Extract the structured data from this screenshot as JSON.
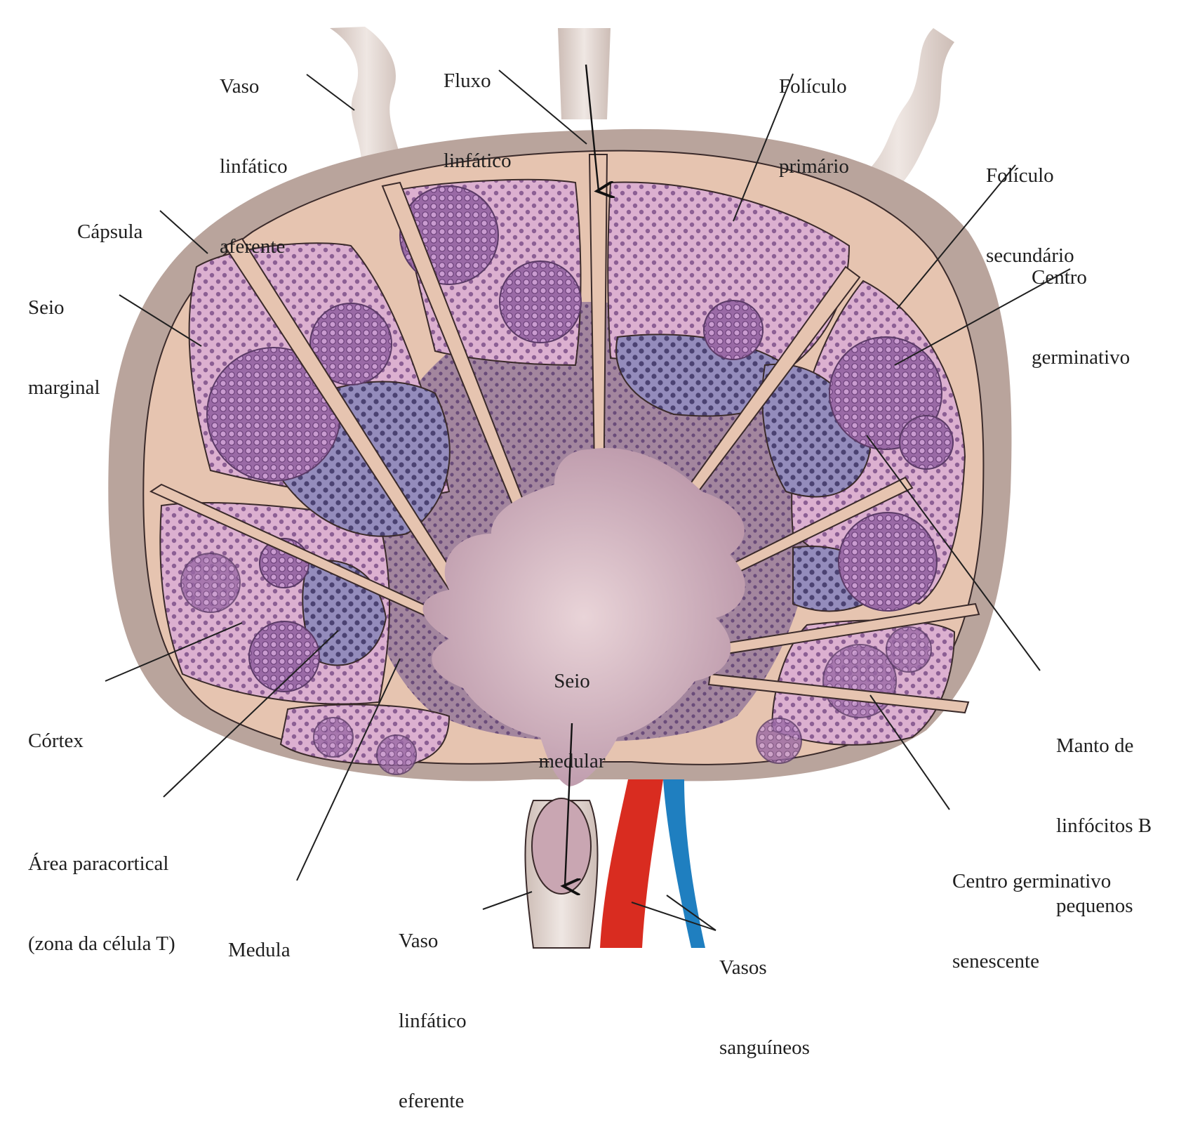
{
  "title": "Estrutura do linfonodo",
  "colors": {
    "capsule": "#b9a49c",
    "capsule_dark": "#a8928a",
    "sinus": "#e6c4b0",
    "cortex_pink": "#d8a9cc",
    "paracortex_blue": "#8e86b8",
    "medulla": "#c7a6b4",
    "lymph_vessel": "#e3d8d3",
    "artery": "#d92c20",
    "vein": "#1f7fc0",
    "leader_line": "#1f1f1f"
  },
  "labels": {
    "vaso_aferente": [
      "Vaso",
      "linfático",
      "aferente"
    ],
    "fluxo": [
      "Fluxo",
      "linfático"
    ],
    "foliculo_primario": [
      "Folículo",
      "primário"
    ],
    "foliculo_secundario": [
      "Folículo",
      "secundário"
    ],
    "centro_germinativo": [
      "Centro",
      "germinativo"
    ],
    "capsula": [
      "Cápsula"
    ],
    "seio_marginal": [
      "Seio",
      "marginal"
    ],
    "cortex": [
      "Córtex"
    ],
    "area_paracortical": [
      "Área paracortical",
      "(zona da célula T)"
    ],
    "medula": [
      "Medula"
    ],
    "seio_medular": [
      "Seio",
      "medular"
    ],
    "vaso_eferente": [
      "Vaso",
      "linfático",
      "eferente"
    ],
    "vasos_sanguineos": [
      "Vasos",
      "sanguíneos"
    ],
    "manto": [
      "Manto de",
      "linfócitos B",
      "pequenos"
    ],
    "centro_senescente": [
      "Centro germinativo",
      "senescente"
    ]
  }
}
